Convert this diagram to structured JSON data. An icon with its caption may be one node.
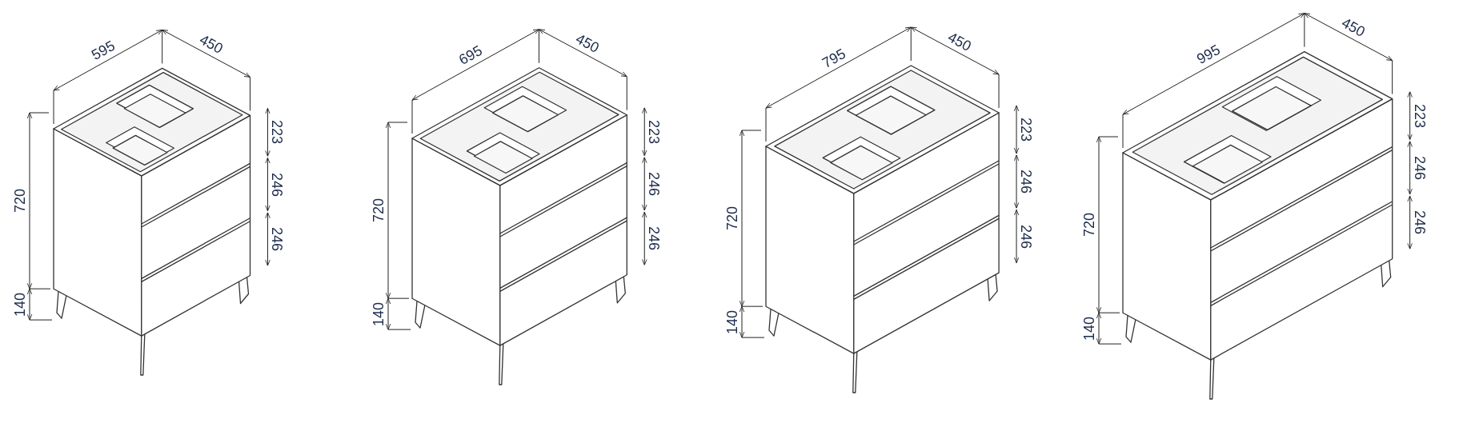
{
  "diagram": {
    "labels": [
      "595",
      "450",
      "223",
      "246",
      "246",
      "720",
      "140",
      "695",
      "450",
      "223",
      "246",
      "246",
      "720",
      "140",
      "795",
      "450",
      "223",
      "246",
      "246",
      "720",
      "140",
      "995",
      "450",
      "223",
      "246",
      "246",
      "720",
      "140"
    ]
  }
}
